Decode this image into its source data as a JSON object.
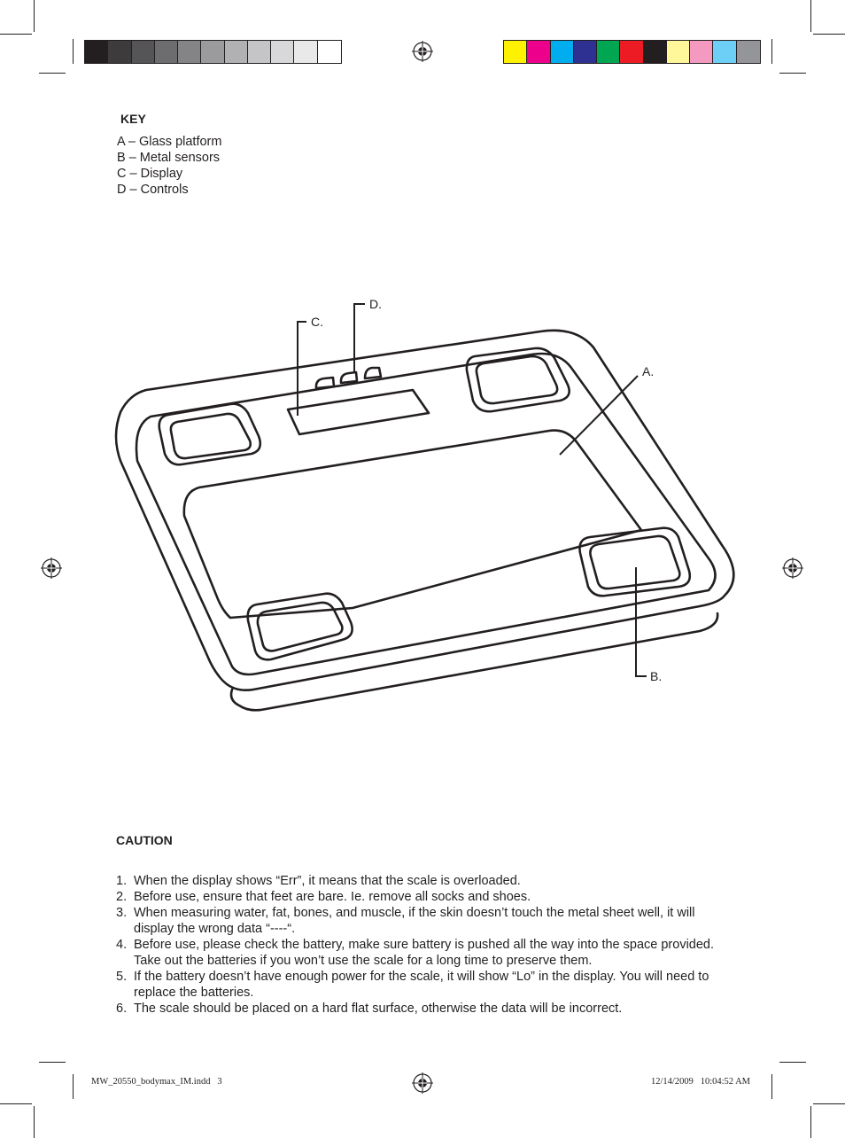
{
  "key": {
    "title": "KEY",
    "items": [
      "A – Glass platform",
      "B – Metal sensors",
      "C – Display",
      "D – Controls"
    ]
  },
  "diagram": {
    "labels": {
      "a": "A.",
      "b": "B.",
      "c": "C.",
      "d": "D."
    }
  },
  "caution": {
    "title": "CAUTION",
    "items": [
      {
        "num": "1.",
        "text": "When the display shows “Err”, it means that the scale is overloaded."
      },
      {
        "num": "2.",
        "text": "Before use, ensure that feet are bare. Ie. remove all socks and shoes."
      },
      {
        "num": "3.",
        "text": "When measuring water, fat, bones, and muscle, if the skin doesn’t touch the metal sheet well, it will display the wrong data “----“."
      },
      {
        "num": "4.",
        "text": "Before use, please check the battery, make sure battery is pushed all the way into the space provided. Take out the batteries if you won’t use the scale for a long time to preserve them."
      },
      {
        "num": "5.",
        "text": "If the battery doesn’t have enough power for the scale, it will show “Lo” in the display. You will need to replace the batteries."
      },
      {
        "num": "6.",
        "text": "The scale should be placed on a hard flat surface, otherwise the data will be incorrect."
      }
    ]
  },
  "footer": {
    "file": "MW_20550_bodymax_IM.indd   3",
    "timestamp": "12/14/2009   10:04:52 AM"
  },
  "colors": {
    "gray_bar": [
      "#231f20",
      "#3d3b3c",
      "#555456",
      "#6d6d6f",
      "#848486",
      "#9b9b9d",
      "#b1b1b3",
      "#c5c5c7",
      "#d8d8da",
      "#e9e9ea",
      "#ffffff"
    ],
    "color_bar": [
      "#fff200",
      "#ec008c",
      "#00aeef",
      "#2e3192",
      "#00a651",
      "#ed1c24",
      "#231f20",
      "#fff799",
      "#f49ac1",
      "#6dcff6",
      "#939598"
    ]
  }
}
